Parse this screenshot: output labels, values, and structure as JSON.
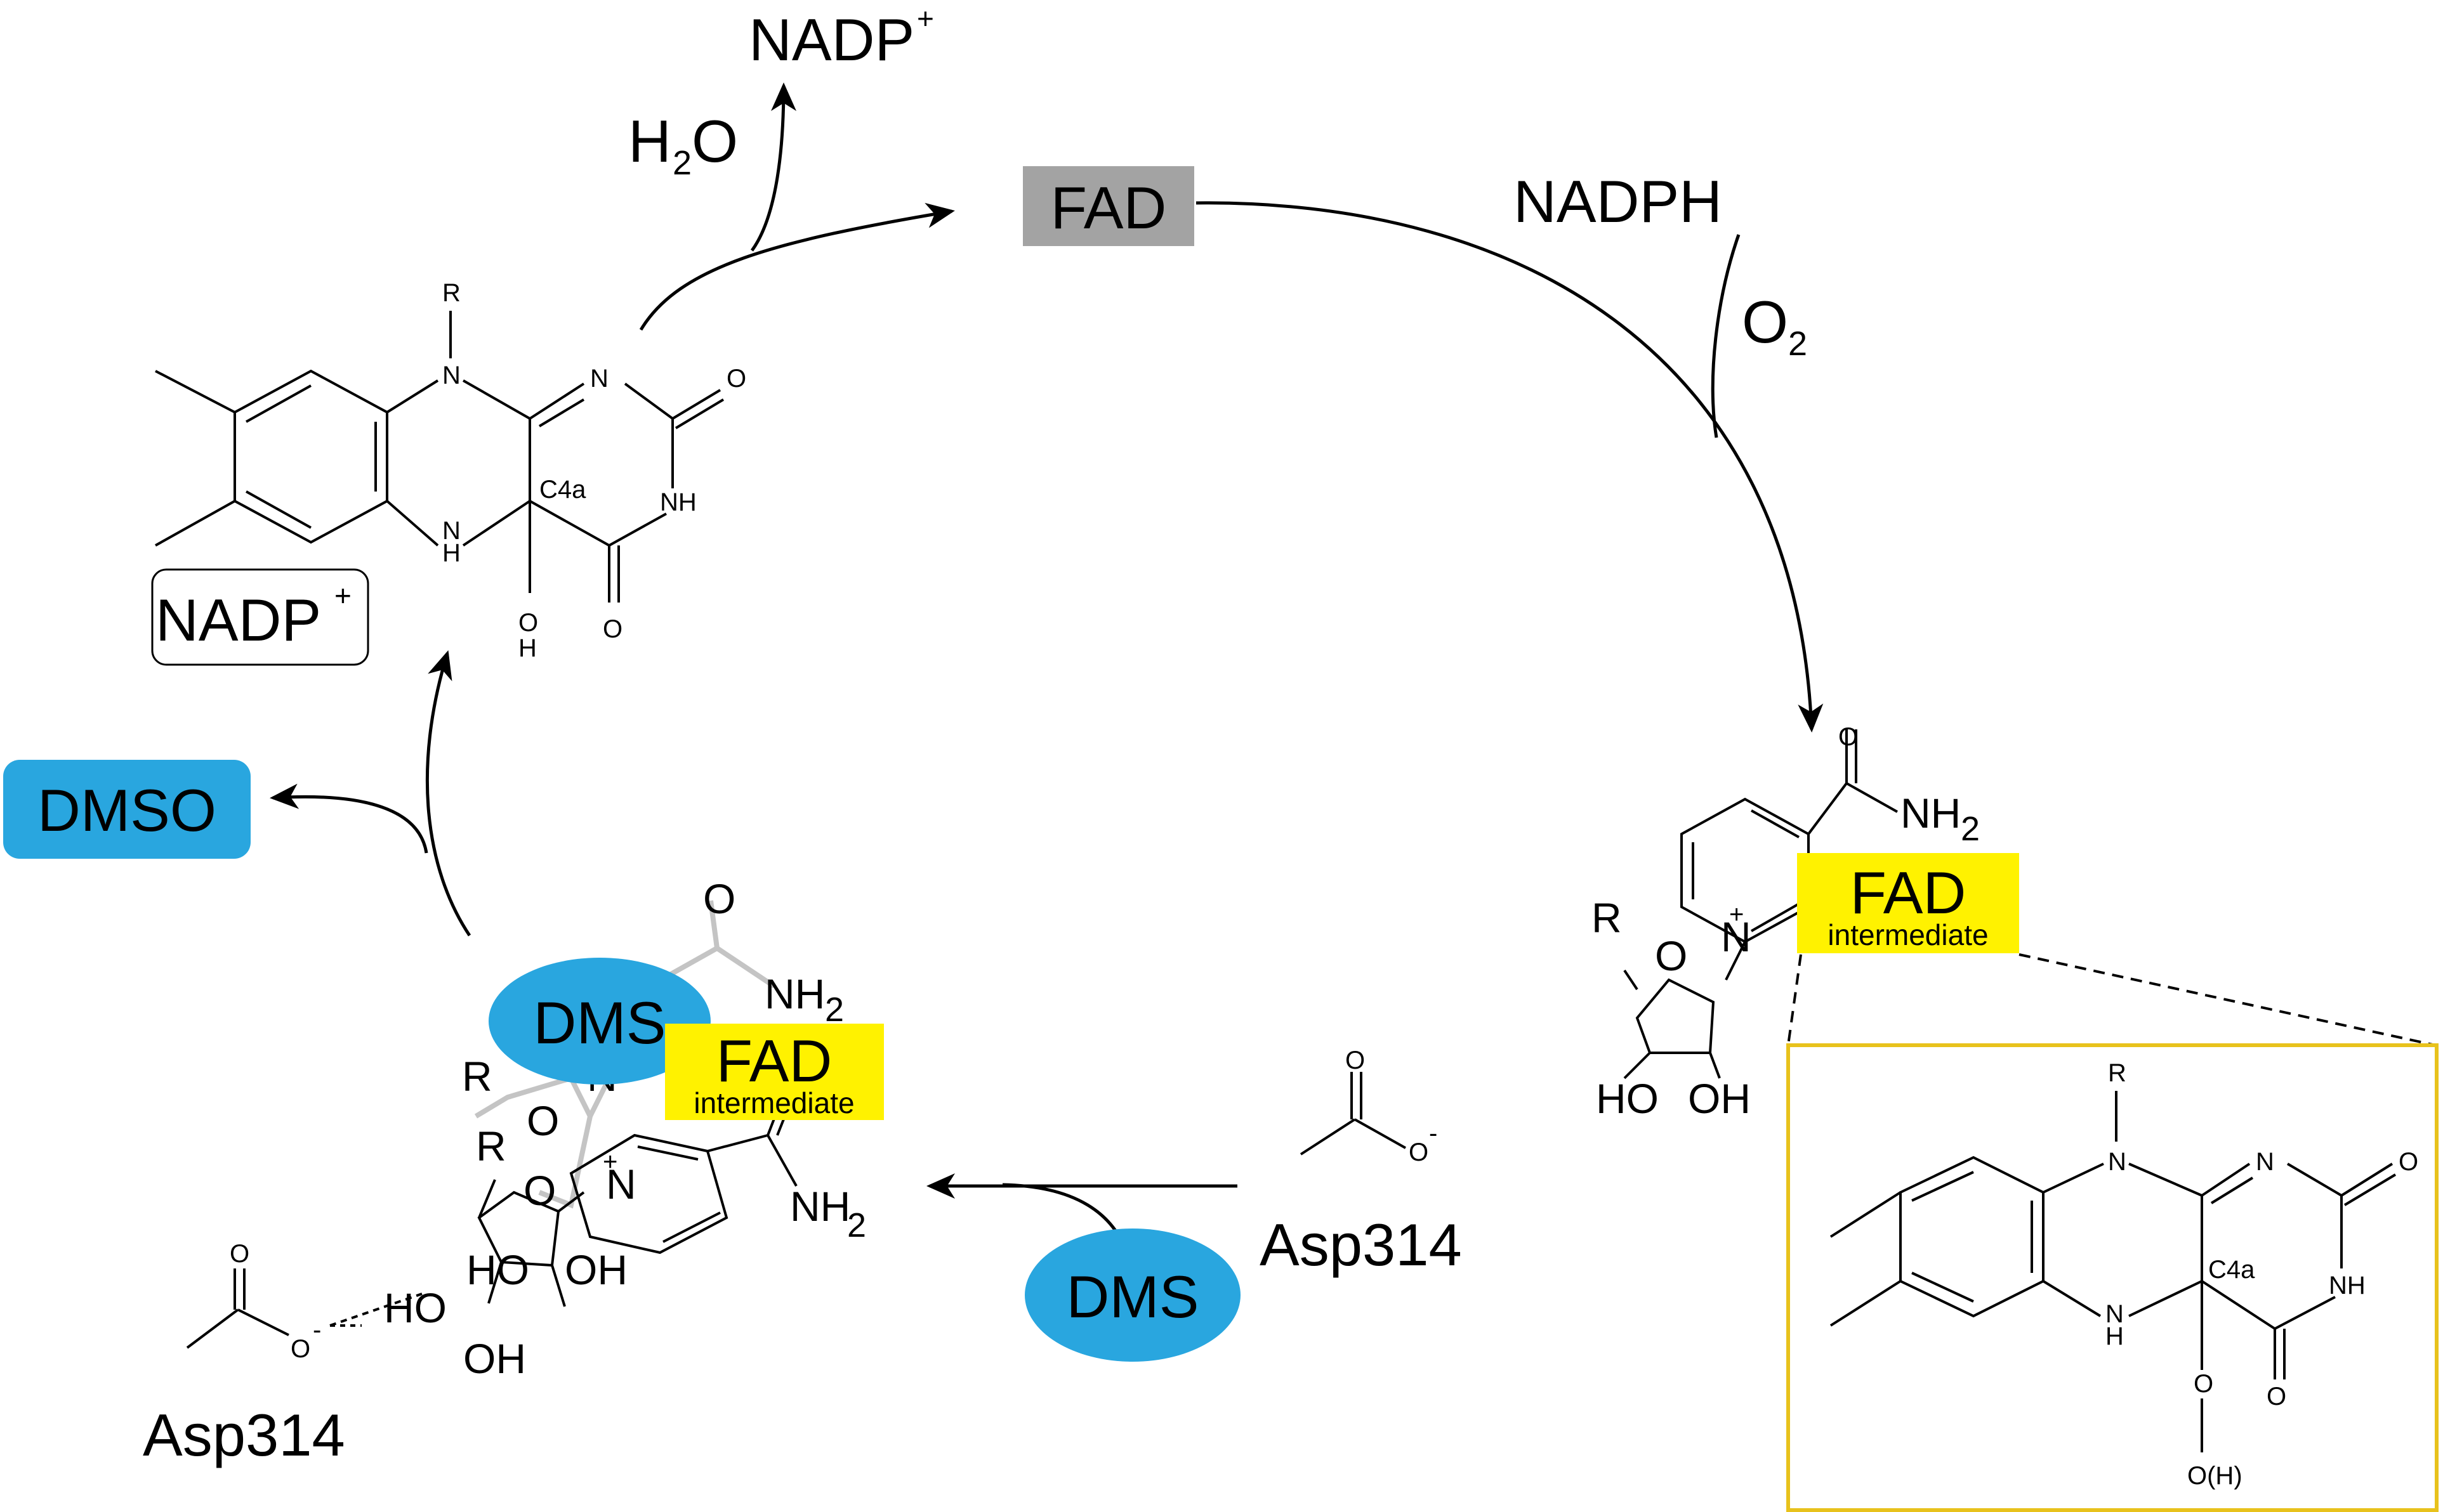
{
  "labels": {
    "nadp_plus_top": "NADP",
    "plus": "+",
    "h2o_h": "H",
    "h2o_2": "2",
    "h2o_o": "O",
    "fad_box": "FAD",
    "nadph": "NADPH",
    "o2_o": "O",
    "o2_2": "2",
    "nadp_plus_boxed": "NADP",
    "dmso": "DMSO",
    "dms_bound": "DMS",
    "dms_free": "DMS",
    "fad_intermediate_right": "FAD",
    "fad_intermediate_left": "FAD",
    "intermediate_right": "intermediate",
    "intermediate_left": "intermediate",
    "asp314_right": "Asp314",
    "asp314_left": "Asp314",
    "minus": "-"
  },
  "atoms": {
    "R": "R",
    "N": "N",
    "NH": "NH",
    "H": "H",
    "O": "O",
    "OH": "OH",
    "HO": "HO",
    "C4a": "C4a",
    "NH2_N": "NH",
    "two": "2",
    "OOH": "O(H)"
  },
  "colors": {
    "fad_gray": "#a3a3a3",
    "blue": "#29a6df",
    "yellow": "#fff200",
    "inset_border": "#e8c21c",
    "ghost": "#c4c4c4"
  }
}
